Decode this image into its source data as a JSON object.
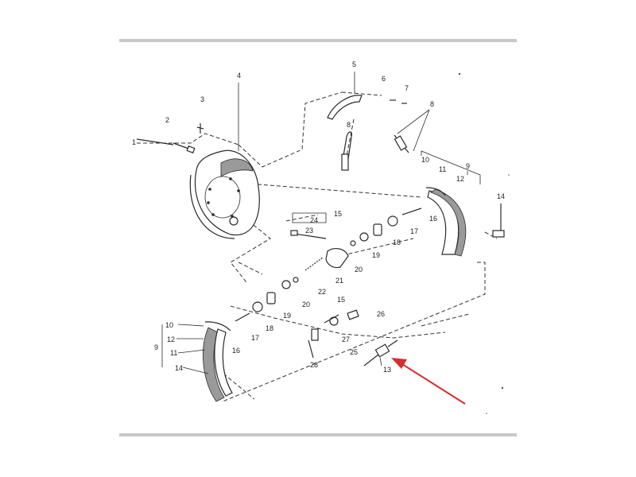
{
  "diagram": {
    "labels": {
      "p1": "1",
      "p2": "2",
      "p3": "3",
      "p4": "4",
      "p5": "5",
      "p6": "6",
      "p7": "7",
      "p8a": "8",
      "p8b": "8",
      "p9a": "9",
      "p9b": "9",
      "p10a": "10",
      "p10b": "10",
      "p11a": "11",
      "p11b": "11",
      "p12a": "12",
      "p12b": "12",
      "p13": "13",
      "p14a": "14",
      "p14b": "14",
      "p15a": "15",
      "p15b": "15",
      "p16a": "16",
      "p16b": "16",
      "p17a": "17",
      "p17b": "17",
      "p18a": "18",
      "p18b": "18",
      "p19a": "19",
      "p19b": "19",
      "p20a": "20",
      "p20b": "20",
      "p21": "21",
      "p22": "22",
      "p23": "23",
      "p24": "24",
      "p25": "25",
      "p26": "26",
      "p27": "27",
      "p28": "28"
    },
    "colors": {
      "ink": "#2a2a2a",
      "rule": "#c8c8c8",
      "arrow": "#d32f2f",
      "lining": "#9a9a9a"
    }
  }
}
